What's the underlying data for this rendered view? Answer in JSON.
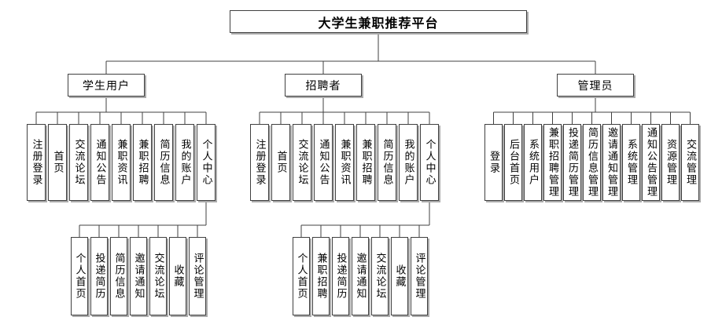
{
  "diagram_title": "大学生兼职推荐平台",
  "groups": [
    {
      "label": "学生用户",
      "children": [
        "注册登录",
        "首页",
        "交流论坛",
        "通知公告",
        "兼职资讯",
        "兼职招聘",
        "简历信息",
        "我的账户",
        "个人中心"
      ],
      "personal_center_children": [
        "个人首页",
        "投递简历",
        "简历信息",
        "邀请通知",
        "交流论坛",
        "收藏",
        "评论管理"
      ]
    },
    {
      "label": "招聘者",
      "children": [
        "注册登录",
        "首页",
        "交流论坛",
        "通知公告",
        "兼职资讯",
        "兼职招聘",
        "简历信息",
        "我的账户",
        "个人中心"
      ],
      "personal_center_children": [
        "个人首页",
        "兼职招聘",
        "投递简历",
        "邀请通知",
        "交流论坛",
        "收藏",
        "评论管理"
      ]
    },
    {
      "label": "管理员",
      "children": [
        "登录",
        "后台首页",
        "系统用户",
        "兼职招聘管理",
        "投递简历管理",
        "简历信息管理",
        "邀请通知管理",
        "系统管理",
        "通知公告管理",
        "资源管理",
        "交流管理"
      ]
    }
  ],
  "colors": {
    "line": "#404040",
    "box_border": "#404040",
    "box_fill": "#ffffff",
    "box_shadow": "#ababab",
    "text": "#000000",
    "background": "#ffffff"
  }
}
